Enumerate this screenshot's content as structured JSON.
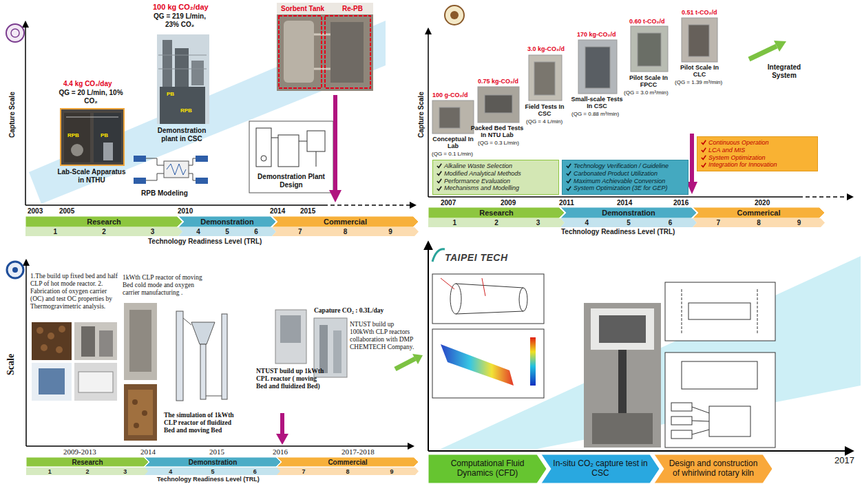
{
  "diagram": {
    "nodes": [
      {
        "text": [
          "Research"
        ]
      },
      {
        "text": [
          "Demonstration"
        ]
      },
      {
        "text": [
          "Commercial"
        ]
      },
      {
        "text": [
          "1",
          "2",
          "3"
        ]
      },
      {
        "text": [
          "4",
          "5",
          "6"
        ]
      },
      {
        "text": [
          "7",
          "8",
          "9"
        ]
      },
      {
        "text": [
          "Alkaline Waste Selection",
          "Modified Analytical Methods",
          "Performance Evaluation",
          "Mechanisms and Modelling"
        ]
      },
      {
        "text": [
          "Technology Verification / Guideline",
          "Carbonated Product Utilization",
          "Maximum Achievable Conversion",
          "System Optimization (3E for GEP)"
        ]
      },
      {
        "text": [
          "Continuous Operation",
          "LCA and MIS",
          "System Optimization",
          "Integration for Innovation"
        ]
      },
      {
        "text": [
          "Research"
        ]
      },
      {
        "text": [
          "Demonstration"
        ]
      },
      {
        "text": [
          "Commerical"
        ]
      },
      {
        "text": [
          "1",
          "2",
          "3"
        ]
      },
      {
        "text": [
          "4",
          "5",
          "6"
        ]
      },
      {
        "text": [
          "7",
          "8",
          "9"
        ]
      },
      {
        "text": [
          "Research"
        ]
      },
      {
        "text": [
          "Demonstration"
        ]
      },
      {
        "text": [
          "Commercial"
        ]
      },
      {
        "text": [
          "1",
          "2",
          "3"
        ]
      },
      {
        "text": [
          "4",
          "5",
          "6"
        ]
      },
      {
        "text": [
          "7",
          "8",
          "9"
        ]
      },
      {
        "text": [
          "Computational Fluid Dynamics (CFD)"
        ]
      },
      {
        "text": [
          "In-situ CO₂ capture test in CSC"
        ]
      },
      {
        "text": [
          "Design and construction of whirlwind rotary kiln"
        ]
      }
    ],
    "labels": [
      "100 kg CO₂/day",
      "QG = 219 L/min, 23% CO₂",
      "Sorbent Tank",
      "Re-PB",
      "4.4 kg CO₂/day",
      "QG = 20 L/min, 10% CO₂",
      "RPB",
      "PB",
      "PB",
      "RPB",
      "Demonstration plant in CSC",
      "Lab-Scale Apparatus in NTHU",
      "RPB Modeling",
      "Demonstration Plant Design",
      "Capture Scale",
      "2003",
      "2005",
      "2010",
      "2014",
      "2015",
      "Technology Readiness Level (TRL)",
      "100 g-CO₂/d",
      "Conceptual In Lab",
      "(QG = 0.1 L/min)",
      "0.75 kg-CO₂/d",
      "Packed Bed Tests In NTU Lab",
      "(QG = 0.3 L/min)",
      "3.0 kg-CO₂/d",
      "Field Tests In CSC",
      "(QG = 4 L/min)",
      "170 kg-CO₂/d",
      "Small-scale Tests In CSC",
      "(QG = 0.88 m³/min)",
      "0.60 t-CO₂/d",
      "Pilot Scale In FPCC",
      "(QG = 3.0 m³/min)",
      "0.51 t-CO₂/d",
      "Pilot Scale In CLC",
      "(QG = 1.39 m³/min)",
      "Integrated System",
      "Capture Scale",
      "2007",
      "2009",
      "2011",
      "2014",
      "2016",
      "2020",
      "Technology Readiness Level (TRL)",
      "1.The build up fixed bed and half CLP of hot mode reactor. 2. Fabrication of oxygen carrier (OC) and test OC properties by Thermogravimetric analysis.",
      "1kWth CLP reactor of moving Bed cold mode and oxygen carrier manufacturing .",
      "Capature CO₂ : 0.3L/day",
      "NTUST build up 100kWth CLP reactors collaboration with DMP CHEMTECH Company.",
      "NTUST build up 1kWth CPL reactor ( moving Bed and fluidized Bed)",
      "The simulation of 1kWth CLP reactor of fluidized Bed and moving Bed",
      "Scale",
      "2009-2013",
      "2014",
      "2015",
      "2016",
      "2017-2018",
      "Technology Readiness Level (TRL)",
      "TAIPEI TECH",
      "2017"
    ]
  }
}
